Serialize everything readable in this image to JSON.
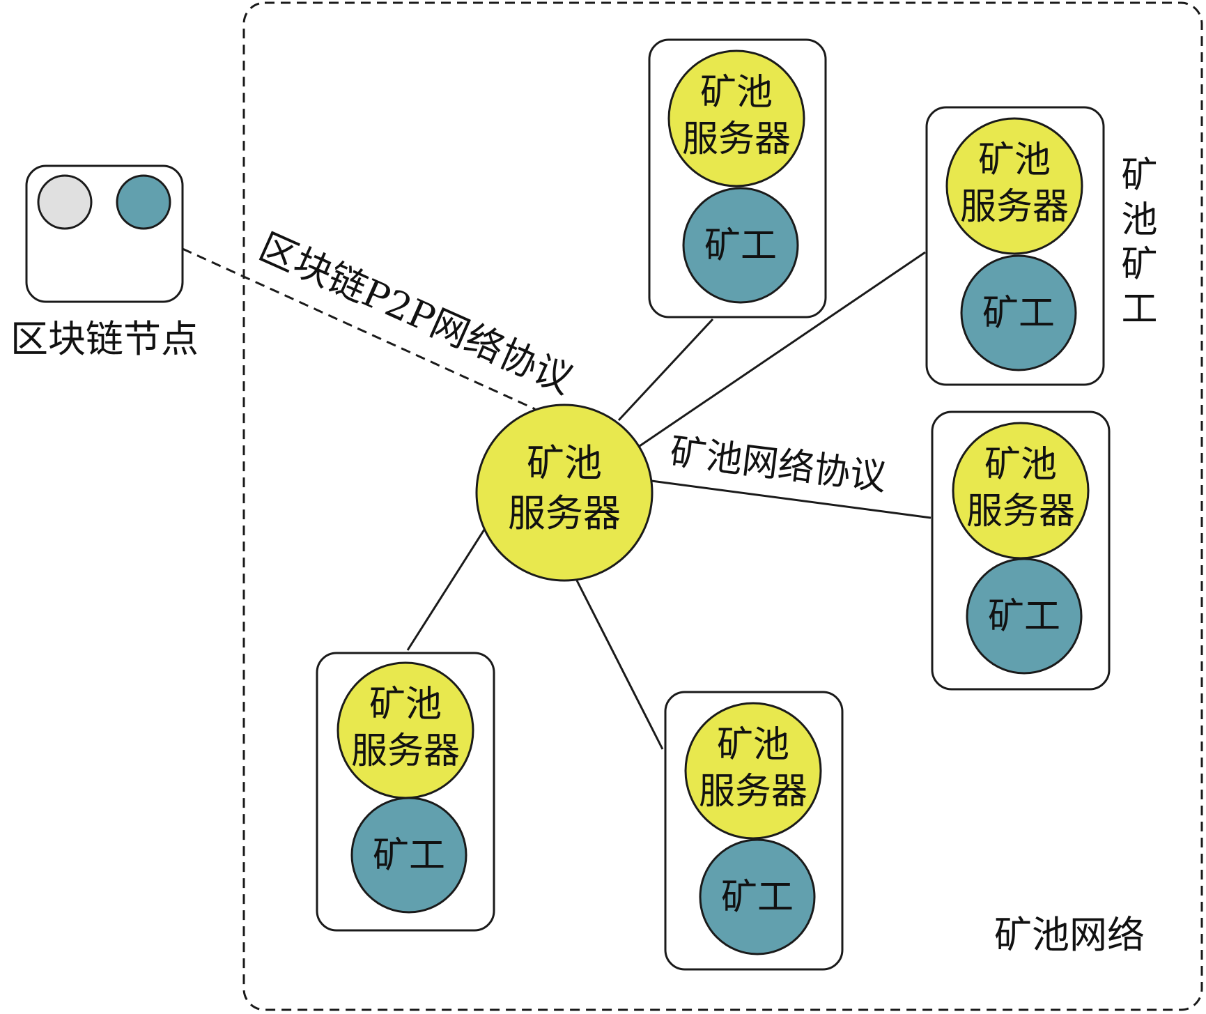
{
  "node_label": "区块链节点",
  "p2p_protocol_label": "区块链P2P网络协议",
  "pool_protocol_label": "矿池网络协议",
  "pool_network_label": "矿池网络",
  "pool_miner_label": "矿池矿工",
  "central_server": {
    "line1": "矿池",
    "line2": "服务器"
  },
  "miner_units": [
    {
      "server_line1": "矿池",
      "server_line2": "服务器",
      "worker": "矿工"
    },
    {
      "server_line1": "矿池",
      "server_line2": "服务器",
      "worker": "矿工"
    },
    {
      "server_line1": "矿池",
      "server_line2": "服务器",
      "worker": "矿工"
    },
    {
      "server_line1": "矿池",
      "server_line2": "服务器",
      "worker": "矿工"
    },
    {
      "server_line1": "矿池",
      "server_line2": "服务器",
      "worker": "矿工"
    }
  ],
  "colors": {
    "server_fill": "#E8E84E",
    "worker_fill": "#62A0AE",
    "node_gray": "#E0E0E0",
    "stroke": "#1A1A1A"
  }
}
